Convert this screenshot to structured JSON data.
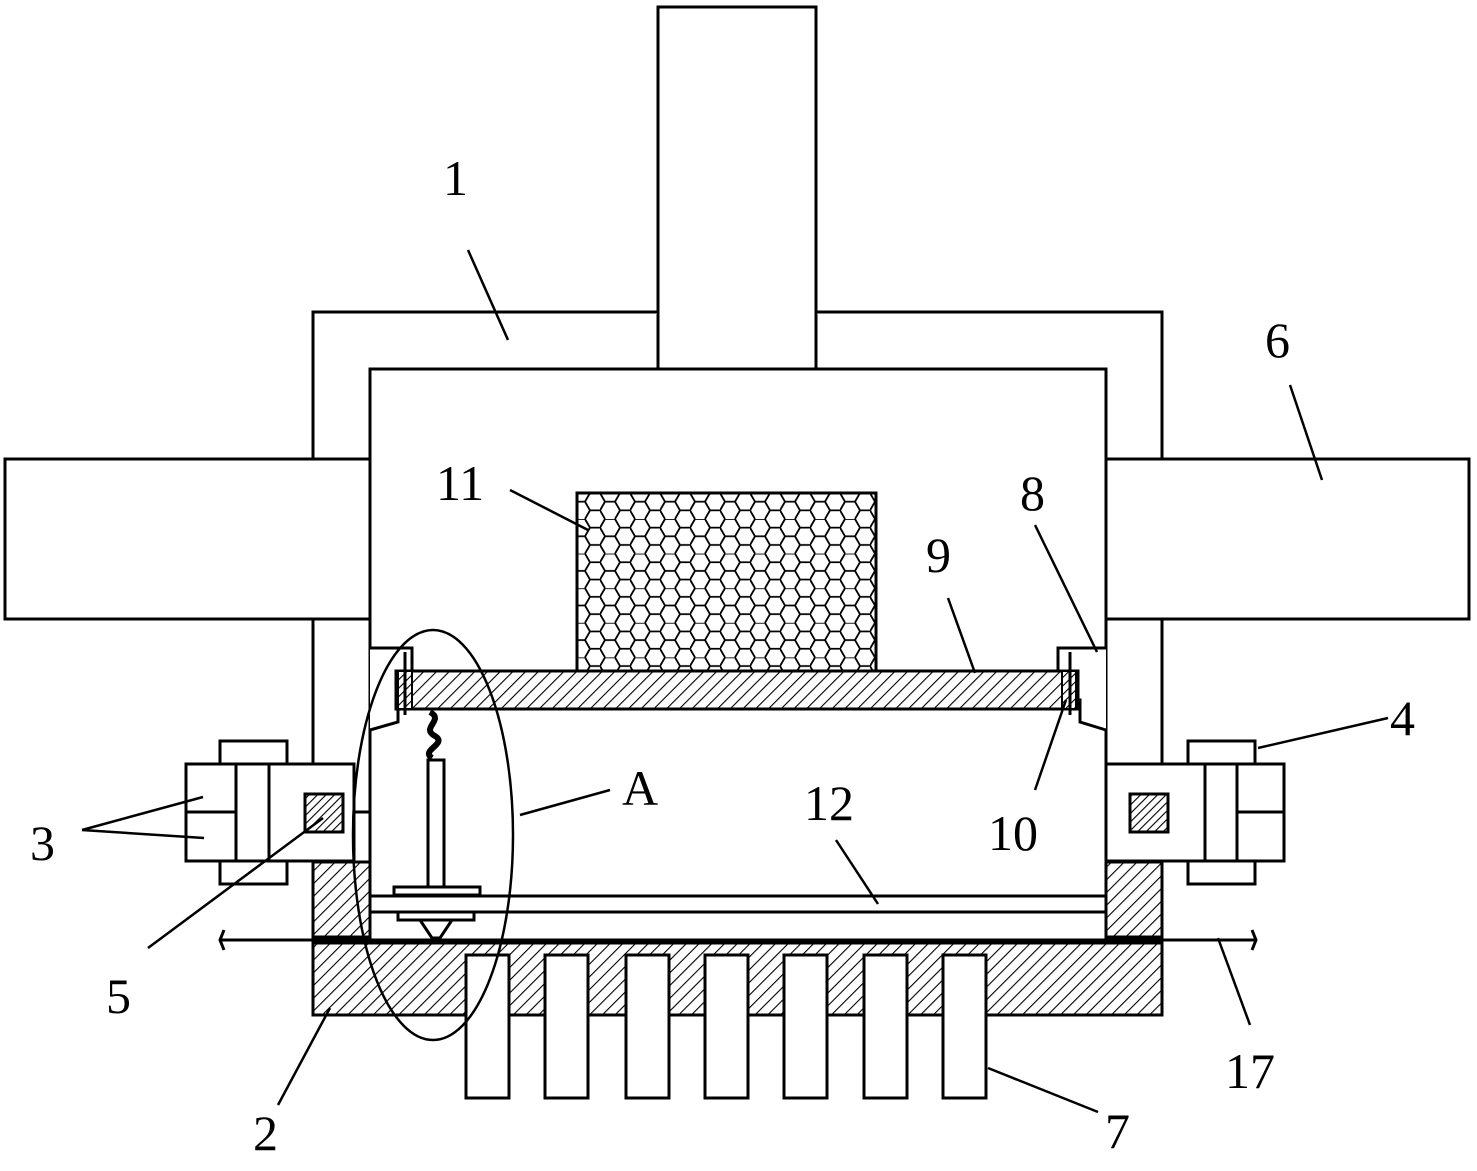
{
  "labels": {
    "l1": "1",
    "l2": "2",
    "l3": "3",
    "l4": "4",
    "l5": "5",
    "l6": "6",
    "l7": "7",
    "l8": "8",
    "l9": "9",
    "l10": "10",
    "l11": "11",
    "l12": "12",
    "l17": "17",
    "lA": "A"
  }
}
